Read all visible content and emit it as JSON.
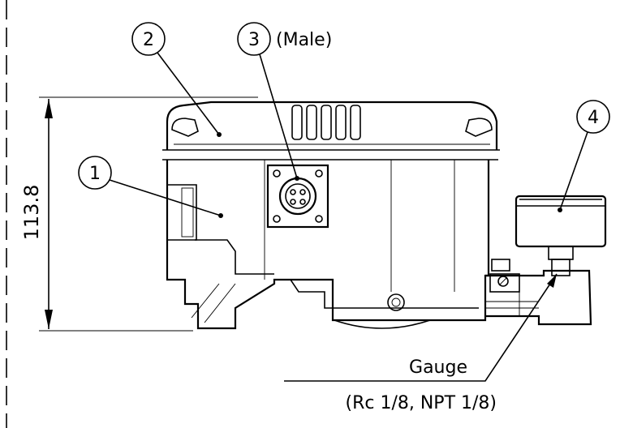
{
  "drawing": {
    "dimension_label": "113.8",
    "callouts": [
      {
        "number": "1"
      },
      {
        "number": "2"
      },
      {
        "number": "3",
        "note": "(Male)"
      },
      {
        "number": "4"
      }
    ],
    "gauge_label": "Gauge",
    "gauge_spec": "(Rc 1/8, NPT 1/8)"
  }
}
